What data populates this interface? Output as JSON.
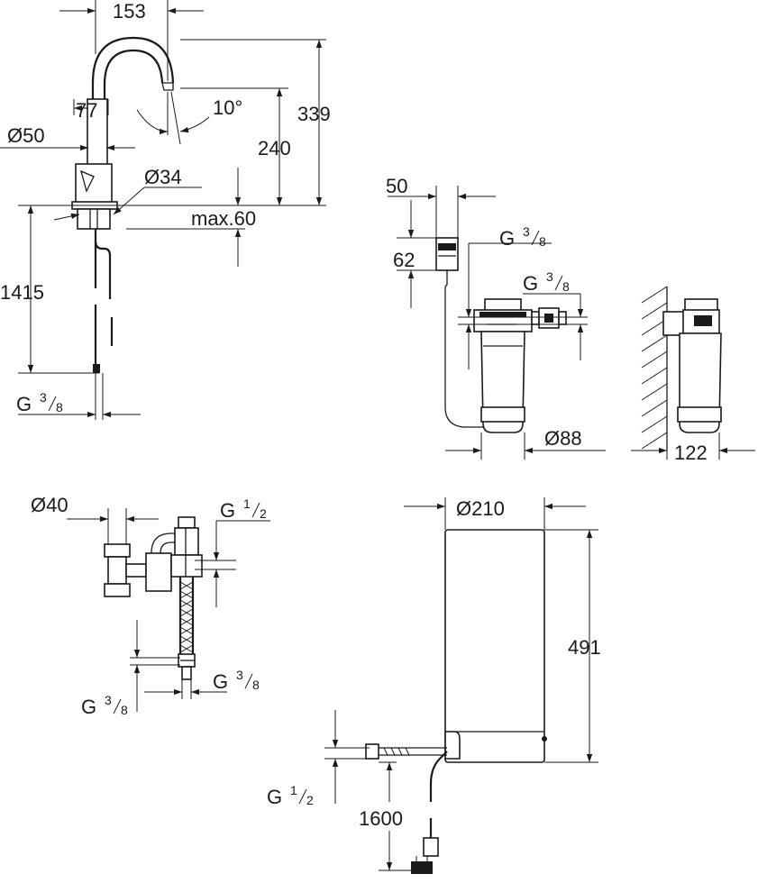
{
  "colors": {
    "line": "#1a1a1a",
    "background": "#ffffff"
  },
  "faucet": {
    "dim_width": "153",
    "dim_height_total": "339",
    "dim_spout_reach": "77",
    "dim_angle": "10°",
    "dim_diameter_body": "Ø50",
    "dim_height_spout": "240",
    "dim_diameter_hole": "Ø34",
    "dim_max_thickness": "max.60",
    "dim_hose_length": "1415",
    "thread_main": "G",
    "thread_num": "3",
    "thread_den": "8"
  },
  "filter_unit": {
    "dim_head_width": "50",
    "dim_head_height": "62",
    "thread_a_main": "G",
    "thread_a_num": "3",
    "thread_a_den": "8",
    "thread_b_main": "G",
    "thread_b_num": "3",
    "thread_b_den": "8",
    "dim_diameter": "Ø88",
    "dim_wall_depth": "122"
  },
  "valve_assembly": {
    "dim_diameter": "Ø40",
    "thread_top_main": "G",
    "thread_top_num": "1",
    "thread_top_den": "2",
    "thread_left_main": "G",
    "thread_left_num": "3",
    "thread_left_den": "8",
    "thread_right_main": "G",
    "thread_right_num": "3",
    "thread_right_den": "8"
  },
  "boiler": {
    "dim_diameter": "Ø210",
    "dim_height": "491",
    "thread_main": "G",
    "thread_num": "1",
    "thread_den": "2",
    "dim_cable_length": "1600"
  }
}
